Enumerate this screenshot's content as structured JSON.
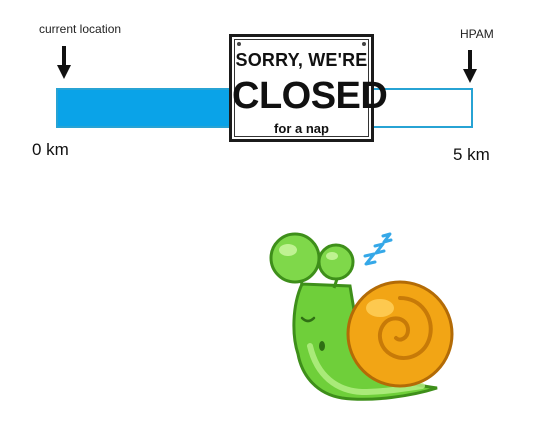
{
  "progress": {
    "start_label": "current location",
    "end_label": "HPAM",
    "start_km": "0 km",
    "end_km": "5 km",
    "filled_fraction": 0.42,
    "fill_color": "#0aa3e8",
    "border_color": "#27a3d4"
  },
  "sign": {
    "line1": "SORRY, WE'RE",
    "line2": "CLOSED",
    "line3": "for a nap"
  },
  "illustration": {
    "icon": "sleeping-snail-icon",
    "sleep_text": "zzz"
  }
}
